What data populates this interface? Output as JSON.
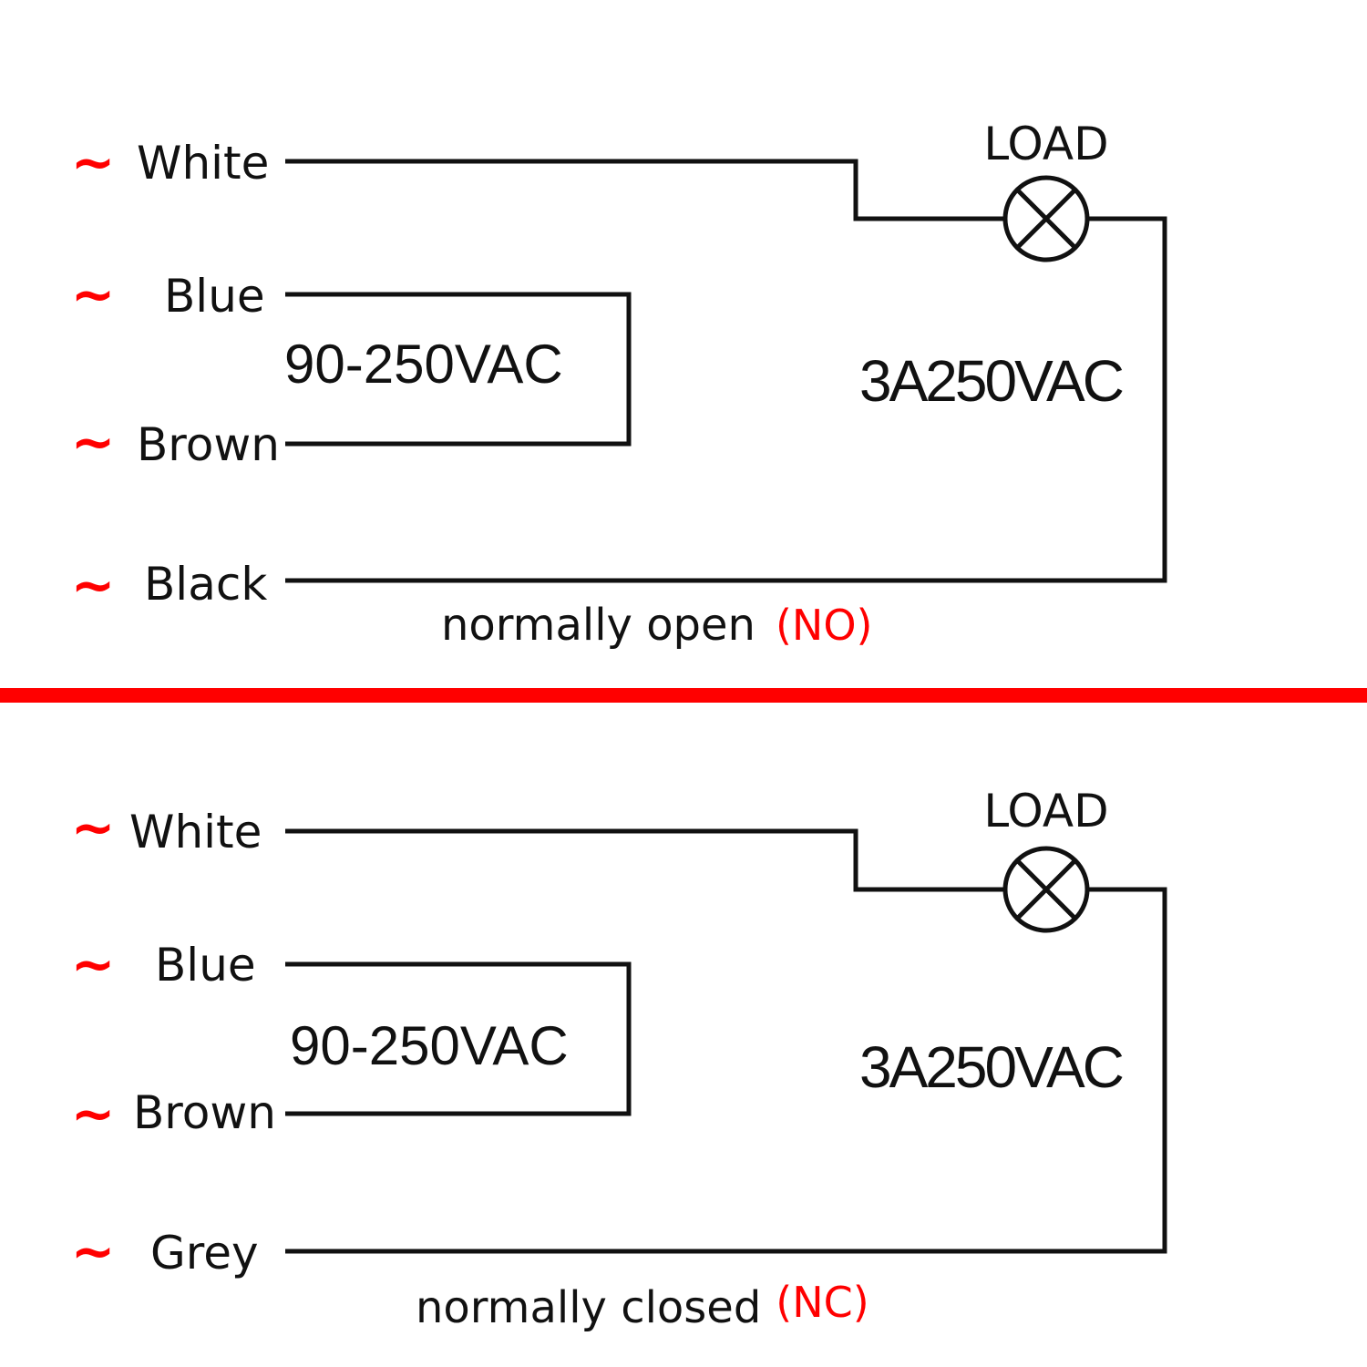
{
  "colors": {
    "wire": "#111111",
    "accent": "#ff0000",
    "divider": "#ff0000",
    "background": "#ffffff"
  },
  "tilde_symbol": "~",
  "panels": [
    {
      "wires": [
        "White",
        "Blue",
        "Brown",
        "Black"
      ],
      "supply_voltage": "90-250VAC",
      "load_label": "LOAD",
      "load_icon": "lamp-icon",
      "rating": "3A250VAC",
      "caption": "normally open",
      "mode": "(NO)"
    },
    {
      "wires": [
        "White",
        "Blue",
        "Brown",
        "Grey"
      ],
      "supply_voltage": "90-250VAC",
      "load_label": "LOAD",
      "load_icon": "lamp-icon",
      "rating": "3A250VAC",
      "caption": "normally closed",
      "mode": "(NC)"
    }
  ]
}
